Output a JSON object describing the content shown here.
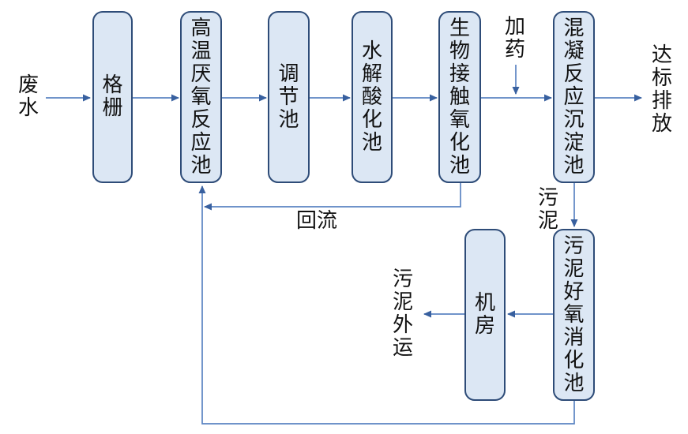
{
  "diagram": {
    "boxes": [
      {
        "id": "grid",
        "label": "格栅"
      },
      {
        "id": "high-temp-anaerobic-tank",
        "label": "高温厌氧反应池"
      },
      {
        "id": "regulating-tank",
        "label": "调节池"
      },
      {
        "id": "hydrolysis-acidification-tank",
        "label": "水解酸化池"
      },
      {
        "id": "bio-contact-oxidation-tank",
        "label": "生物接触氧化池"
      },
      {
        "id": "coagulation-sedimentation-tank",
        "label": "混凝反应沉淀池"
      },
      {
        "id": "machine-room",
        "label": "机房"
      },
      {
        "id": "sludge-aerobic-digestion-tank",
        "label": "污泥好氧消化池"
      }
    ],
    "labels": {
      "influent": "废水",
      "dosing": "加药",
      "effluent": "达标排放",
      "reflux": "回流",
      "sludge": "污泥",
      "sludge_out": "污泥外运"
    },
    "colors": {
      "box_fill": "#dce7f4",
      "box_border": "#2e4c78",
      "arrow_line": "#5b84c2",
      "arrow_head": "#38609f"
    }
  }
}
